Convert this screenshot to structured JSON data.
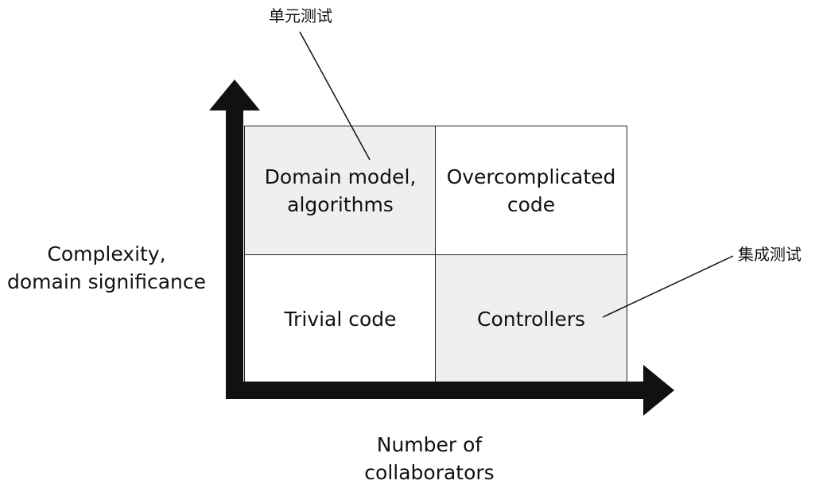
{
  "diagram": {
    "quadrants": {
      "top_left": "Domain model,\nalgorithms",
      "top_right": "Overcomplicated\ncode",
      "bottom_left": "Trivial code",
      "bottom_right": "Controllers"
    },
    "y_axis_label": "Complexity,\ndomain significance",
    "x_axis_label": "Number of\ncollaborators",
    "annotations": {
      "unit_test": "单元测试",
      "integration_test": "集成测试"
    },
    "colors": {
      "highlight_fill": "#efefef",
      "plain_fill": "#ffffff",
      "ink": "#111111"
    }
  }
}
